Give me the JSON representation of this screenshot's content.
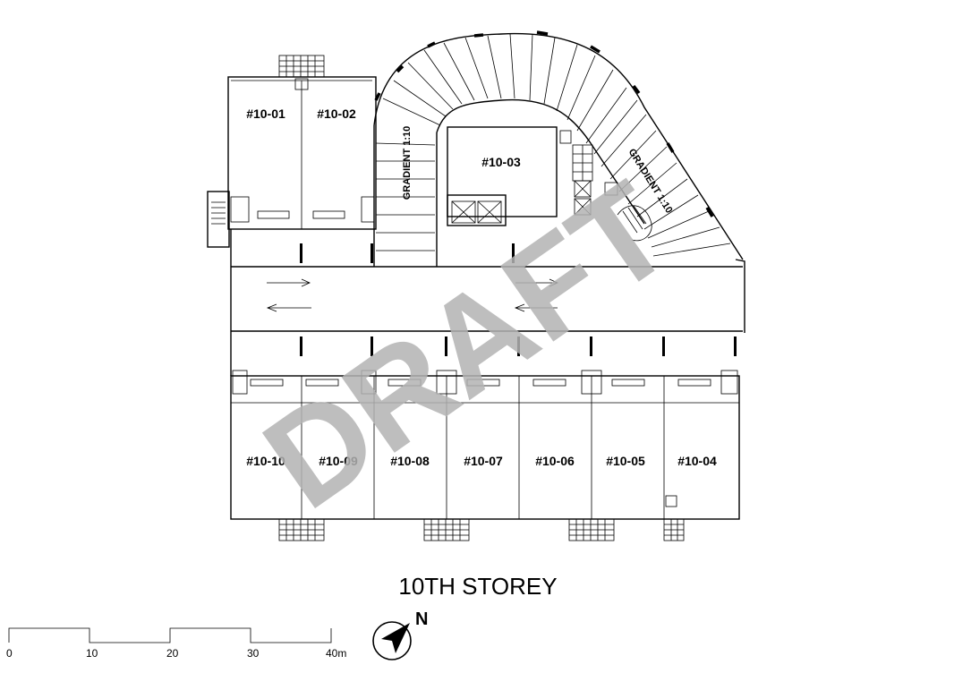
{
  "title": "10TH STOREY",
  "watermark": "DRAFT",
  "units": [
    "#10-01",
    "#10-02",
    "#10-03",
    "#10-04",
    "#10-05",
    "#10-06",
    "#10-07",
    "#10-08",
    "#10-09",
    "#10-10"
  ],
  "ramp_labels": [
    "GRADIENT 1:10",
    "GRADIENT 1:10"
  ],
  "scale_bar": {
    "ticks": [
      "0",
      "10",
      "20",
      "30",
      "40m"
    ]
  },
  "north_label": "N",
  "colors": {
    "line": "#000000",
    "watermark": "#b3b3b3",
    "background": "#ffffff"
  },
  "icons": [
    "north-arrow-icon"
  ]
}
